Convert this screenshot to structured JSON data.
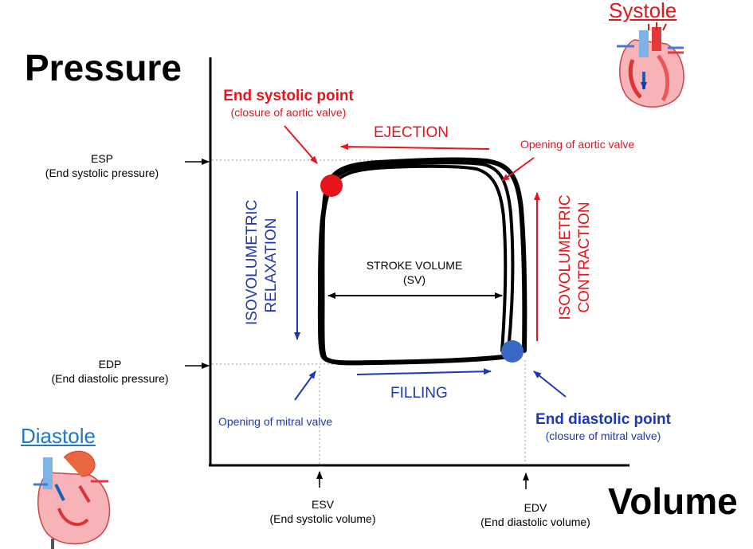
{
  "axes": {
    "y_title": "Pressure",
    "x_title": "Volume"
  },
  "states": {
    "systole": "Systole",
    "diastole": "Diastole",
    "systole_color": "#e8141b",
    "diastole_color": "#1f78c1"
  },
  "points": {
    "end_systolic": {
      "title": "End systolic point",
      "subtitle": "(closure of aortic valve)",
      "color": "#e8141b"
    },
    "end_diastolic": {
      "title": "End diastolic point",
      "subtitle": "(closure of mitral valve)",
      "color": "#3a68c6"
    }
  },
  "phases": {
    "ejection": "EJECTION",
    "filling": "FILLING",
    "iso_relaxation": [
      "ISOVOLUMETRIC",
      "RELAXATION"
    ],
    "iso_contraction": [
      "ISOVOLUMETRIC",
      "CONTRACTION"
    ]
  },
  "valves": {
    "aortic_opening": "Opening of aortic valve",
    "mitral_opening": "Opening of mitral valve"
  },
  "stroke_volume": {
    "line1": "STROKE VOLUME",
    "line2": "(SV)"
  },
  "markers": {
    "esp": {
      "abbr": "ESP",
      "full": "(End systolic pressure)"
    },
    "edp": {
      "abbr": "EDP",
      "full": "(End diastolic pressure)"
    },
    "esv": {
      "abbr": "ESV",
      "full": "(End systolic volume)"
    },
    "edv": {
      "abbr": "EDV",
      "full": "(End diastolic volume)"
    }
  },
  "colors": {
    "systolic_red": "#e8141b",
    "diastolic_blue": "#1c38b4",
    "loop": "#000000"
  }
}
